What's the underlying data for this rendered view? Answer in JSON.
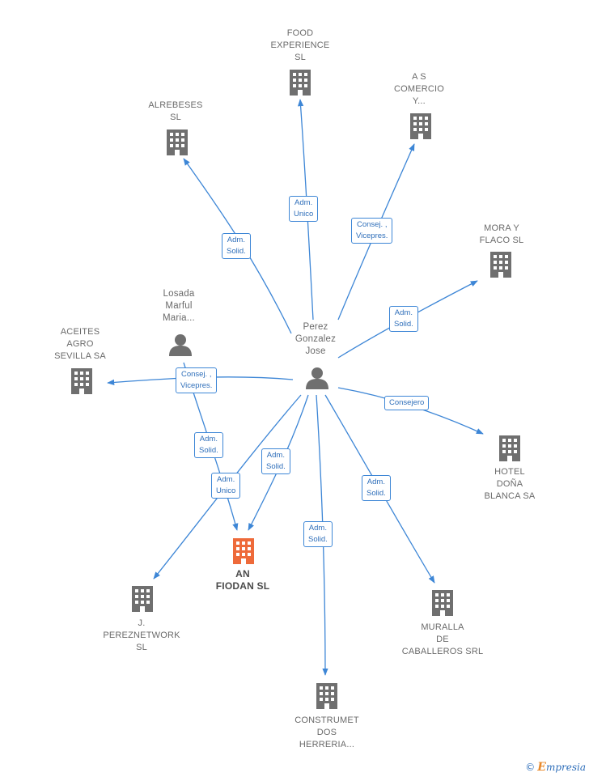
{
  "colors": {
    "edge": "#3d86d6",
    "company": "#6f6f6f",
    "focus_company": "#ee6a3a",
    "person": "#6f6f6f"
  },
  "nodes": {
    "food_experience": {
      "label": "FOOD\nEXPERIENCE\nSL",
      "icon": "building-icon"
    },
    "as_comercio": {
      "label": "A S\nCOMERCIO\nY...",
      "icon": "building-icon"
    },
    "alrebeses": {
      "label": "ALREBESES\nSL",
      "icon": "building-icon"
    },
    "mora_y_flaco": {
      "label": "MORA Y\nFLACO  SL",
      "icon": "building-icon"
    },
    "losada": {
      "label": "Losada\nMarful\nMaria...",
      "icon": "person-icon"
    },
    "aceites_agro": {
      "label": "ACEITES\nAGRO\nSEVILLA SA",
      "icon": "building-icon"
    },
    "perez_gonzalez": {
      "label": "Perez\nGonzalez\nJose",
      "icon": "person-icon"
    },
    "hotel_dona_blanca": {
      "label": "HOTEL\nDOÑA\nBLANCA SA",
      "icon": "building-icon"
    },
    "an_fiodan": {
      "label": "AN\nFIODAN  SL",
      "icon": "building-icon"
    },
    "j_pereznetwork": {
      "label": "J.\nPEREZNETWORK\nSL",
      "icon": "building-icon"
    },
    "muralla": {
      "label": "MURALLA\nDE\nCABALLEROS SRL",
      "icon": "building-icon"
    },
    "construmet": {
      "label": "CONSTRUMET\nDOS\nHERRERIA...",
      "icon": "building-icon"
    }
  },
  "edges": {
    "to_food": "Adm.\nUnico",
    "to_as": "Consej. ,\nVicepres.",
    "to_alrebeses": "Adm.\nSolid.",
    "to_mora": "Adm.\nSolid.",
    "to_aceites": "Consej. ,\nVicepres.",
    "to_hotel": "Consejero",
    "losada_to_an": "Adm.\nSolid.",
    "to_an": "Adm.\nSolid.",
    "to_j": "Adm.\nUnico",
    "to_construmet": "Adm.\nSolid.",
    "to_muralla": "Adm.\nSolid."
  },
  "brand": {
    "copyright": "©",
    "name": "mpresia",
    "initial": "E"
  }
}
